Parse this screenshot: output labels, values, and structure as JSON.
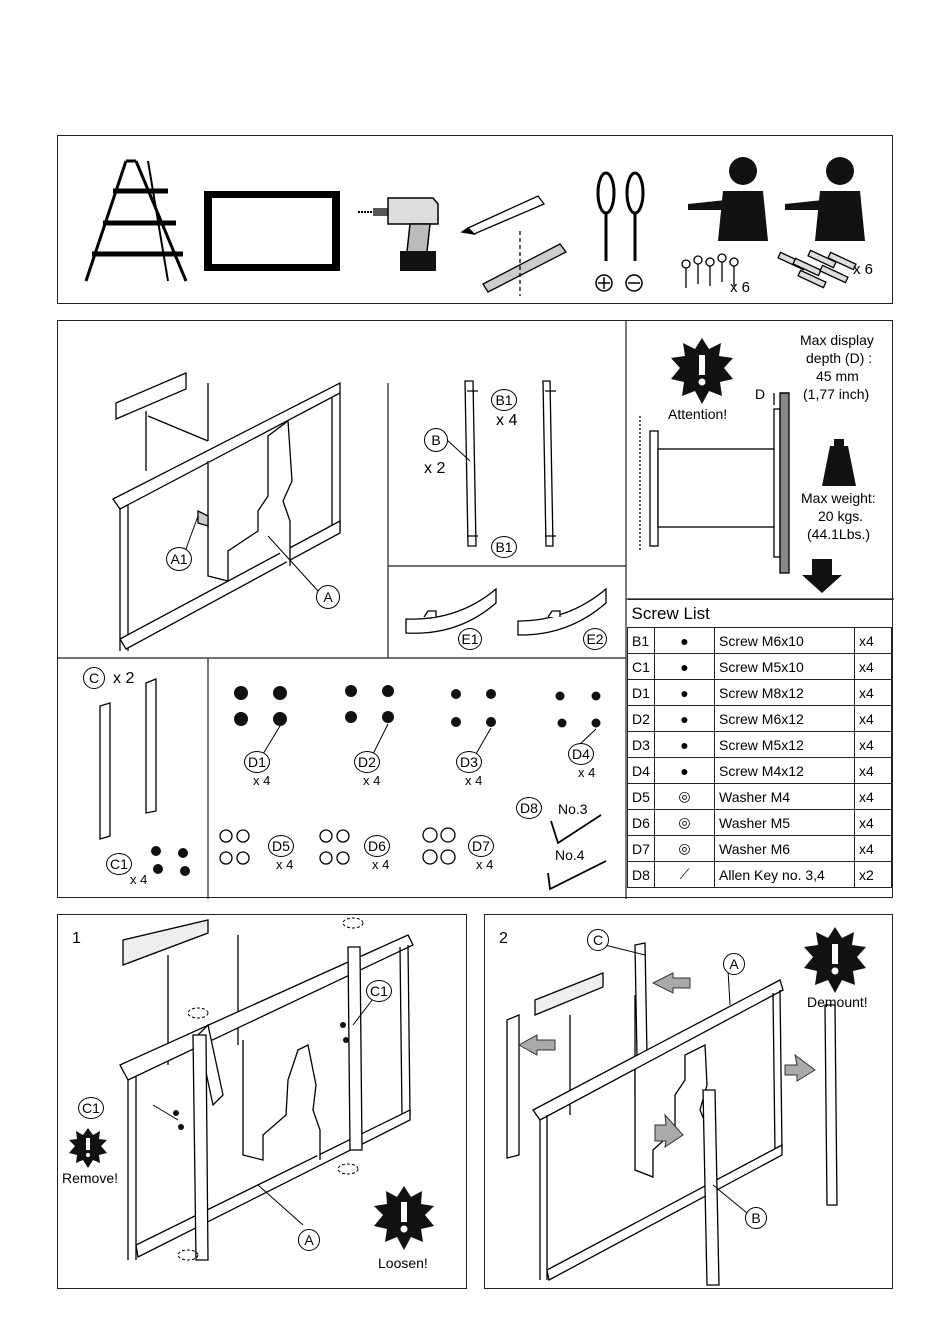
{
  "tools_panel": {
    "tools": [
      "step-ladder",
      "tv-screen",
      "power-drill",
      "pencil-and-level",
      "screwdrivers",
      "two-people"
    ],
    "screw_packs": [
      {
        "qty": "x 6"
      },
      {
        "qty": "x 6"
      }
    ]
  },
  "parts_panel": {
    "labels": {
      "A": "A",
      "A1": "A1",
      "B": "B",
      "B1_top": "B1",
      "B1_bottom": "B1",
      "B_qty": "x 2",
      "B1_qty": "x 4",
      "E1": "E1",
      "E2": "E2",
      "C": "C",
      "C_qty": "x 2",
      "C1": "C1",
      "C1_qty": "x 4",
      "D1": "D1",
      "D2": "D2",
      "D3": "D3",
      "D4": "D4",
      "D5": "D5",
      "D6": "D6",
      "D7": "D7",
      "D8": "D8",
      "D1_qty": "x 4",
      "D2_qty": "x 4",
      "D3_qty": "x 4",
      "D4_qty": "x 4",
      "D5_qty": "x 4",
      "D6_qty": "x 4",
      "D7_qty": "x 4",
      "no3": "No.3",
      "no4": "No.4"
    }
  },
  "specs": {
    "attention": "Attention!",
    "depth_title_1": "Max display",
    "depth_title_2": "depth (D) :",
    "depth_mm": "45 mm",
    "depth_inch": "(1,77 inch)",
    "d_label": "D",
    "weight_1": "Max weight:",
    "weight_2": "20 kgs.",
    "weight_3": "(44.1Lbs.)"
  },
  "screw_list": {
    "title": "Screw List",
    "rows": [
      {
        "code": "B1",
        "desc": "Screw M6x10",
        "qty": "x4"
      },
      {
        "code": "C1",
        "desc": "Screw M5x10",
        "qty": "x4"
      },
      {
        "code": "D1",
        "desc": "Screw M8x12",
        "qty": "x4"
      },
      {
        "code": "D2",
        "desc": "Screw M6x12",
        "qty": "x4"
      },
      {
        "code": "D3",
        "desc": "Screw M5x12",
        "qty": "x4"
      },
      {
        "code": "D4",
        "desc": "Screw M4x12",
        "qty": "x4"
      },
      {
        "code": "D5",
        "desc": "Washer M4",
        "qty": "x4"
      },
      {
        "code": "D6",
        "desc": "Washer M5",
        "qty": "x4"
      },
      {
        "code": "D7",
        "desc": "Washer M6",
        "qty": "x4"
      },
      {
        "code": "D8",
        "desc": "Allen Key no. 3,4",
        "qty": "x2"
      }
    ]
  },
  "step1": {
    "number": "1",
    "c1_top": "C1",
    "c1_left": "C1",
    "a_label": "A",
    "remove": "Remove!",
    "loosen": "Loosen!"
  },
  "step2": {
    "number": "2",
    "c_label": "C",
    "a_label": "A",
    "b_label": "B",
    "demount": "Demount!"
  }
}
